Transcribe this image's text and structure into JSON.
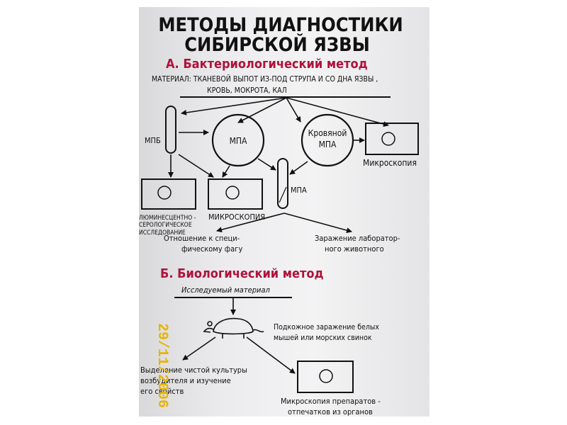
{
  "title": {
    "line1": "МЕТОДЫ ДИАГНОСТИКИ",
    "line2": "СИБИРСКОЙ ЯЗВЫ"
  },
  "section_a": {
    "heading": "А. Бактериологический метод",
    "material_line1": "МАТЕРИАЛ: ТКАНЕВОЙ ВЫПОТ ИЗ-ПОД СТРУПА И СО ДНА ЯЗВЫ ,",
    "material_line2": "КРОВЬ, МОКРОТА, КАЛ",
    "tube1_label": "МПБ",
    "circle1_label": "МПА",
    "circle2_label_line1": "Кровяной",
    "circle2_label_line2": "МПА",
    "tube2_label": "МПА",
    "microscopy_label_right": "Микроскопия",
    "lumi_line1": "ЛЮМИНЕСЦЕНТНО -",
    "lumi_line2": "СЕРОЛОГИЧЕСКОЕ",
    "lumi_line3": "ИССЛЕДОВАНИЕ",
    "microscopy_label_center": "МИКРОСКОПИЯ",
    "phage_line1": "Отношение к специ-",
    "phage_line2": "фическому фагу",
    "lab_line1": "Заражение лаборатор-",
    "lab_line2": "ного животного"
  },
  "section_b": {
    "heading": "Б. Биологический метод",
    "material": "Исследуемый материал",
    "injection_line1": "Подкожное заражение белых",
    "injection_line2": "мышей или морских свинок",
    "culture_line1": "Выделение чистой культуры",
    "culture_line2": "возбудителя и изучение",
    "culture_line3": "его свойств",
    "smear_line1": "Микроскопия препаратов -",
    "smear_line2": "отпечатков из органов"
  },
  "date_stamp": "29/11/2006",
  "colors": {
    "heading": "#b0123a",
    "ink": "#111111",
    "stamp": "#e8b400",
    "poster": "#ececee"
  }
}
